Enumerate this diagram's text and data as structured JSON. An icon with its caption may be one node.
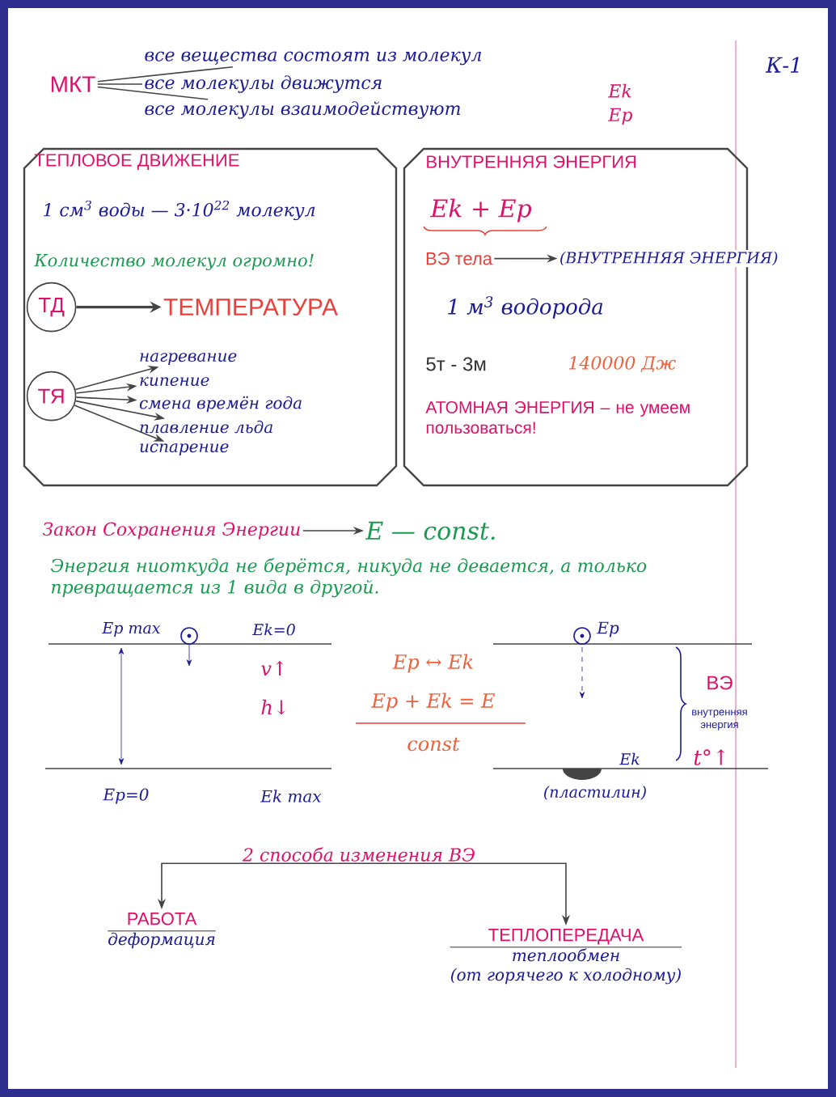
{
  "diagram": {
    "nodes": [
      {
        "text": [
          "МКТ"
        ]
      },
      {
        "text": [
          "все вещества состоят из молекул"
        ]
      },
      {
        "text": [
          "все молекулы движутся"
        ]
      },
      {
        "text": [
          "все молекулы взаимодействуют"
        ]
      },
      {
        "text": [
          "ТЕПЛОВОЕ ДВИЖЕНИЕ",
          "1 см$^{3}$ воды — 3·10$^{22}$ молекул",
          "Количество молекул огромно!"
        ]
      },
      {
        "text": [
          "ТД"
        ],
        "in": 4
      },
      {
        "text": [
          "ТЕМПЕРАТУРА"
        ],
        "in": 4
      },
      {
        "text": [
          "ТЯ"
        ],
        "in": 4
      },
      {
        "text": [
          "нагревание"
        ],
        "in": 4
      },
      {
        "text": [
          "кипение"
        ],
        "in": 4
      },
      {
        "text": [
          "смена времён года"
        ],
        "in": 4
      },
      {
        "text": [
          "плавление льда"
        ],
        "in": 4
      },
      {
        "text": [
          "испарение"
        ],
        "in": 4
      },
      {
        "text": [
          "ВНУТРЕННЯЯ ЭНЕРГИЯ",
          "Ek + Ep",
          "1 м$^{3}$ водорода",
          "5т - 3м",
          "140000 Дж",
          "АТОМНАЯ ЭНЕРГИЯ – не умеем пользоваться!"
        ]
      },
      {
        "text": [
          "ВЭ тела"
        ],
        "in": 13
      },
      {
        "text": [
          "(ВНУТРЕННЯЯ ЭНЕРГИЯ)"
        ],
        "in": 13
      },
      {
        "text": [
          "Закон Сохранения Энергии"
        ]
      },
      {
        "text": [
          "E — const."
        ]
      },
      {
        "text": [
          "2 способа изменения ВЭ"
        ]
      },
      {
        "text": [
          "РАБОТА",
          "деформация"
        ]
      },
      {
        "text": [
          "ТЕПЛОПЕРЕДАЧА",
          "теплообмен",
          "(от горячего к холодному)"
        ]
      }
    ],
    "edges": [
      {
        "from": 0,
        "to": 1,
        "arrow": "none"
      },
      {
        "from": 0,
        "to": 2,
        "arrow": "none"
      },
      {
        "from": 0,
        "to": 3,
        "arrow": "none"
      },
      {
        "from": 5,
        "to": 6,
        "arrow": "to"
      },
      {
        "from": 7,
        "to": 8,
        "arrow": "to"
      },
      {
        "from": 7,
        "to": 9,
        "arrow": "to"
      },
      {
        "from": 7,
        "to": 10,
        "arrow": "to"
      },
      {
        "from": 7,
        "to": 11,
        "arrow": "to"
      },
      {
        "from": 7,
        "to": 12,
        "arrow": "to"
      },
      {
        "from": 14,
        "to": 15,
        "arrow": "to"
      },
      {
        "from": 16,
        "to": 17,
        "arrow": "to"
      },
      {
        "from": 18,
        "to": 19,
        "arrow": "to"
      },
      {
        "from": 18,
        "to": 20,
        "arrow": "to"
      }
    ],
    "labels": [
      "К-1",
      "Ek",
      "Ep",
      "Энергия ниоткуда не берётся, никуда не девается, а только превращается из 1 вида в другой.",
      "Ep max",
      "Ek=0",
      "Ep",
      "v↑",
      "Ep ↔ Ek",
      "h↓",
      "Ep + Ek = E",
      "const",
      "ВЭ",
      "внутренняя энергия",
      "Ek",
      "t°↑",
      "Ep=0",
      "Ek max",
      "(пластилин)"
    ]
  }
}
